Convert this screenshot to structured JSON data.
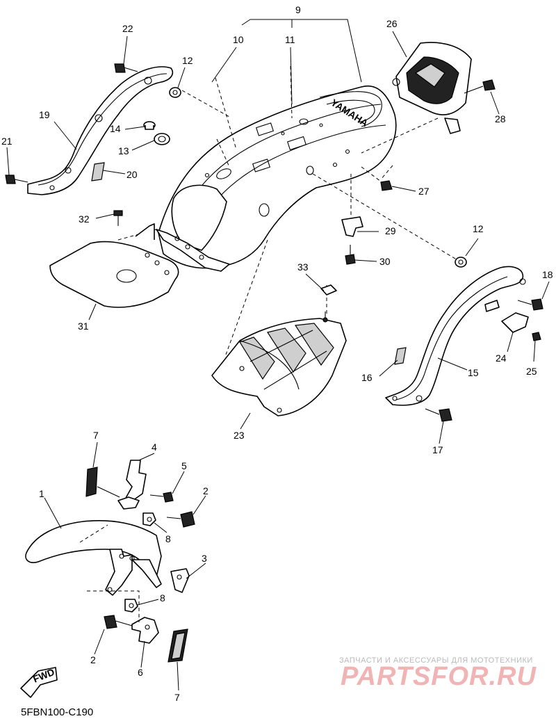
{
  "diagram": {
    "code": "5FBN100-C190",
    "fwd_label": "FWD",
    "brand_mark": "YAMAHA",
    "watermark_small": "ЗАПЧАСТИ И АКСЕССУАРЫ ДЛЯ МОТОТЕХНИКИ",
    "watermark_big": "PARTSFOR.RU",
    "callouts": [
      "9",
      "10",
      "11",
      "22",
      "12",
      "26",
      "19",
      "14",
      "13",
      "21",
      "20",
      "28",
      "27",
      "32",
      "29",
      "12",
      "30",
      "33",
      "18",
      "31",
      "24",
      "16",
      "15",
      "25",
      "23",
      "17",
      "7",
      "4",
      "5",
      "1",
      "2",
      "8",
      "3",
      "8",
      "2",
      "6",
      "7"
    ]
  }
}
